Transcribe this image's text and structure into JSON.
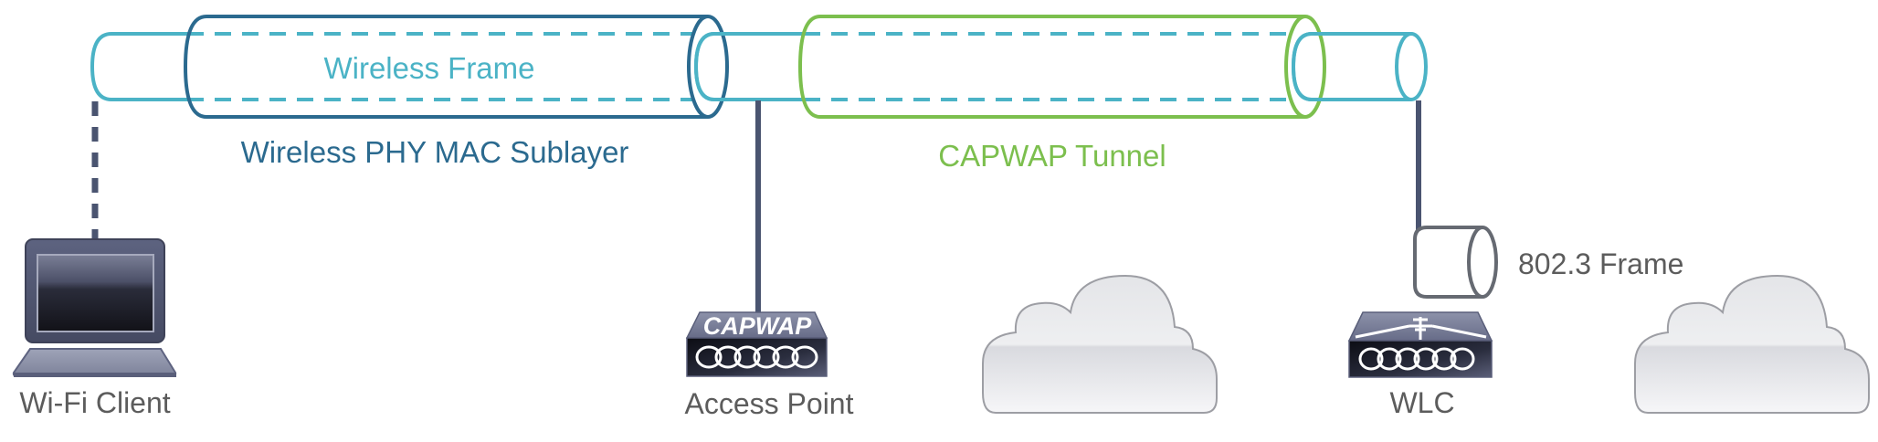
{
  "diagram": {
    "labels": {
      "wireless_frame": "Wireless Frame",
      "wireless_phy_mac": "Wireless PHY MAC Sublayer",
      "capwap_tunnel": "CAPWAP Tunnel",
      "ethernet_frame": "802.3 Frame"
    },
    "nodes": {
      "client": {
        "label": "Wi-Fi Client",
        "icon": "laptop-icon"
      },
      "access_point": {
        "label": "Access Point",
        "icon": "access-point-icon",
        "badge": "CAPWAP"
      },
      "cloud_1": {
        "icon": "cloud-icon"
      },
      "wlc": {
        "label": "WLC",
        "icon": "wireless-lan-controller-icon"
      },
      "cloud_2": {
        "icon": "cloud-icon"
      }
    },
    "colors": {
      "wireless_frame": "#4bb3c6",
      "phy_mac": "#2b6a8f",
      "capwap": "#7cbf4e",
      "device_line": "#4a5470",
      "ethernet_frame": "#666a72",
      "label_gray": "#5c5c5c"
    }
  }
}
